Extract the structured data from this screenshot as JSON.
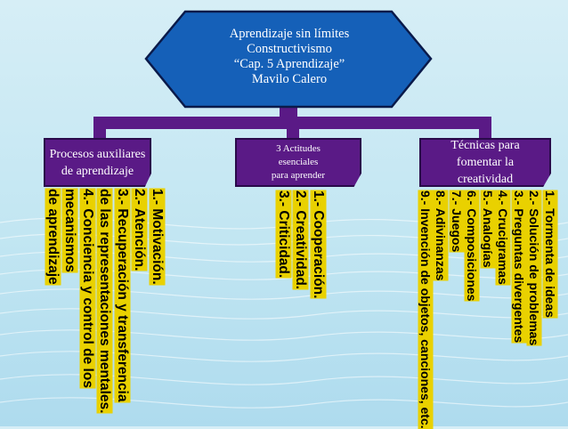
{
  "main": {
    "lines": [
      "Aprendizaje sin límites",
      "Constructivismo",
      "“Cap. 5 Aprendizaje”",
      "Mavilo Calero"
    ],
    "fill": "#1560b8",
    "border": "#0a1a4a"
  },
  "branches": [
    {
      "title_lines": [
        "Procesos auxiliares",
        "de aprendizaje"
      ],
      "items": [
        "1.- Motivación.",
        "2.- Atención.",
        "3.- Recuperación y transferencia",
        "de las representaciones mentales.",
        "4.- Conciencia y control de los",
        "mecanismos",
        "de aprendizaje"
      ]
    },
    {
      "title_lines": [
        "3 Actitudes",
        "esenciales",
        "para aprender"
      ],
      "items": [
        "1.- Cooperación.",
        "2.- Creatividad.",
        "3.- Criticidad."
      ]
    },
    {
      "title_lines": [
        "Técnicas para",
        "fomentar la",
        "creatividad"
      ],
      "items": [
        "1.- Tormenta de ideas",
        "2.- Solución de problemas",
        "3.- Preguntas divergentes",
        "4.- Crucigramas",
        "5.- Analogías",
        "6.- Composiciones",
        "7.- Juegos",
        "8.- Adivinanzas",
        "9.- Invención de objetos, canciones, etc."
      ]
    }
  ],
  "colors": {
    "branch_fill": "#5a1a86",
    "highlight": "#e9d100",
    "connector": "#5a1a86"
  }
}
